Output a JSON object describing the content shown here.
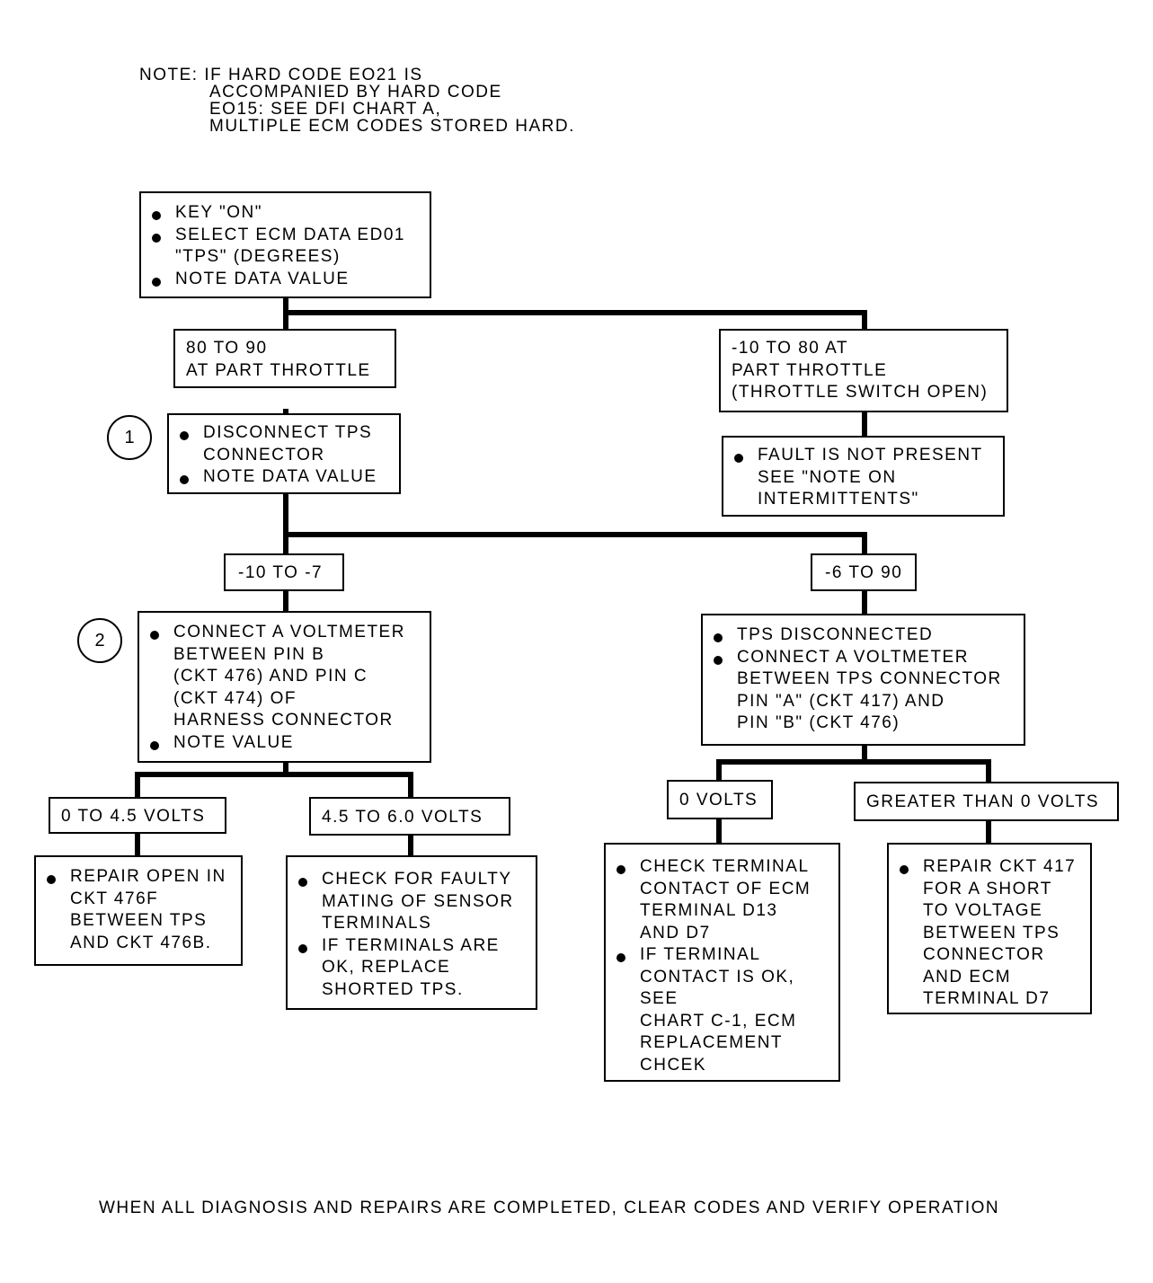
{
  "note": [
    "NOTE: IF HARD CODE EO21 IS",
    "ACCOMPANIED BY HARD CODE",
    "EO15: SEE DFI CHART A,",
    "MULTIPLE ECM CODES STORED HARD."
  ],
  "start": [
    "KEY \"ON\"",
    "SELECT ECM DATA ED01",
    "\"TPS\" (DEGREES)",
    "NOTE DATA VALUE"
  ],
  "branch1_left": [
    "80 TO 90",
    "AT PART THROTTLE"
  ],
  "branch1_right": [
    "-10 TO 80 AT",
    "PART THROTTLE",
    "(THROTTLE SWITCH OPEN)"
  ],
  "step1_number": "1",
  "step1": [
    "DISCONNECT TPS",
    "CONNECTOR",
    "NOTE DATA VALUE"
  ],
  "fault_not_present": [
    "FAULT IS NOT PRESENT",
    "SEE \"NOTE ON",
    "INTERMITTENTS\""
  ],
  "branch2_left": "-10 TO -7",
  "branch2_right": "-6 TO 90",
  "step2_number": "2",
  "step2": [
    "CONNECT A VOLTMETER",
    "BETWEEN PIN B",
    "(CKT 476) AND PIN C",
    "(CKT 474) OF",
    "HARNESS CONNECTOR",
    "NOTE VALUE"
  ],
  "tps_disconnected": [
    "TPS DISCONNECTED",
    "CONNECT A VOLTMETER",
    "BETWEEN TPS CONNECTOR",
    "PIN \"A\" (CKT 417) AND",
    "PIN \"B\" (CKT 476)"
  ],
  "v_0_45": "0 TO 4.5 VOLTS",
  "v_45_60": "4.5 TO 6.0 VOLTS",
  "v_0": "0 VOLTS",
  "v_gt0": "GREATER THAN 0 VOLTS",
  "repair_open": [
    "REPAIR OPEN IN",
    "CKT 476F",
    "BETWEEN TPS",
    "AND CKT 476B."
  ],
  "check_faulty": [
    "CHECK FOR FAULTY",
    "MATING OF SENSOR",
    "TERMINALS",
    "IF TERMINALS ARE",
    "OK, REPLACE",
    "SHORTED TPS."
  ],
  "check_terminal": [
    "CHECK TERMINAL",
    "CONTACT OF ECM",
    "TERMINAL D13",
    "AND D7",
    "IF TERMINAL",
    "CONTACT IS OK,",
    "SEE",
    "CHART C-1, ECM",
    "REPLACEMENT",
    "CHCEK"
  ],
  "repair_short": [
    "REPAIR CKT 417",
    "FOR A SHORT",
    "TO VOLTAGE",
    "BETWEEN TPS",
    "CONNECTOR",
    "AND ECM",
    "TERMINAL D7"
  ],
  "footer": "WHEN ALL DIAGNOSIS AND REPAIRS ARE COMPLETED, CLEAR CODES AND VERIFY OPERATION"
}
